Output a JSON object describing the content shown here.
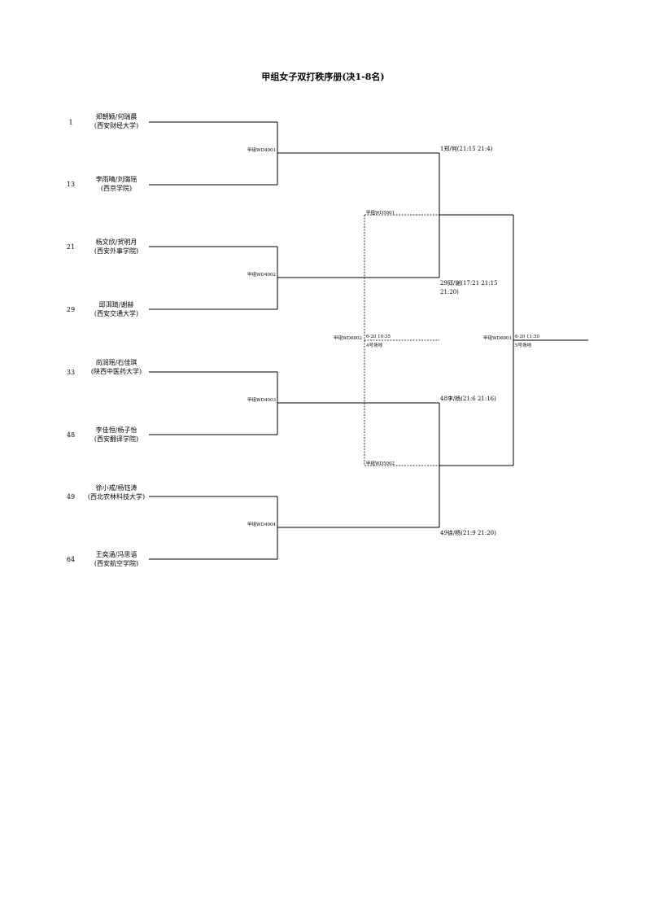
{
  "title": "甲组女子双打秩序册(决1-8名)",
  "players": [
    {
      "seed": "1",
      "names": "郑朝颖/何瑞晨",
      "school": "(西安财经大学)"
    },
    {
      "seed": "13",
      "names": "李雨晴/刘璐瑶",
      "school": "(西京学院)"
    },
    {
      "seed": "21",
      "names": "杨文欣/贺明月",
      "school": "(西安外事学院)"
    },
    {
      "seed": "29",
      "names": "邱洱琦/谢赫",
      "school": "(西安交通大学)"
    },
    {
      "seed": "33",
      "names": "尚润瑶/石佳琪",
      "school": "(陕西中医药大学)"
    },
    {
      "seed": "48",
      "names": "李佳恒/杨子怡",
      "school": "(西安翻译学院)"
    },
    {
      "seed": "49",
      "names": "徐小戒/杨钰涛",
      "school": "(西北农林科技大学)"
    },
    {
      "seed": "64",
      "names": "王奕涵/冯思语",
      "school": "(西安航空学院)"
    }
  ],
  "matches_r1": [
    "甲组WD4001",
    "甲组WD4002",
    "甲组WD4003",
    "甲组WD4004"
  ],
  "results_r1": [
    "1郑/何(21:15 21:4)",
    "29邱/谢(17:21 21:15 21:20)",
    "48李/杨(21:6 21:16)",
    "49徐/杨(21:9 21:20)"
  ],
  "matches_r2": [
    "甲组WD5001",
    "甲组WD5002"
  ],
  "match_6002": {
    "code": "甲组WD6002",
    "time": "6-20 10:35",
    "court": "4号场地"
  },
  "match_6001": {
    "code": "甲组WD6001",
    "time": "6-20 11:50",
    "court": "5号场地"
  }
}
